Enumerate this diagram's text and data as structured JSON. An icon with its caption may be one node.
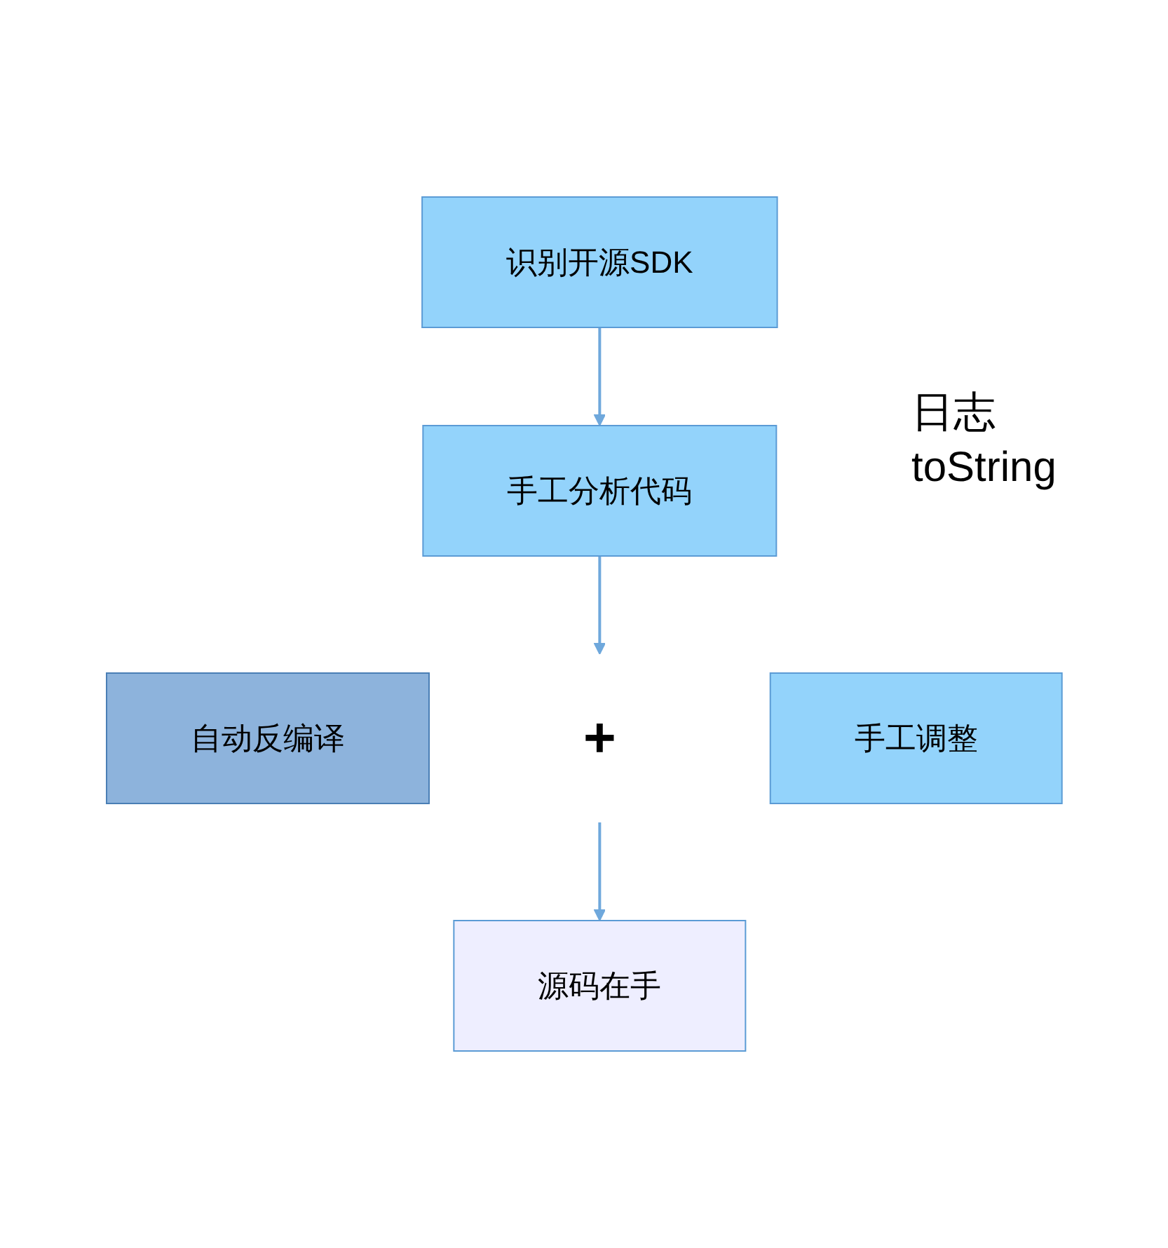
{
  "diagram": {
    "nodes": [
      {
        "text": [
          "识别开源SDK"
        ]
      },
      {
        "text": [
          "手工分析代码"
        ]
      },
      {
        "text": [
          "自动反编译"
        ]
      },
      {
        "text": [
          "+"
        ]
      },
      {
        "text": [
          "手工调整"
        ]
      },
      {
        "text": [
          "源码在手"
        ]
      }
    ],
    "edges": [
      {
        "from": 0,
        "to": 1,
        "arrow": "to"
      },
      {
        "from": 1,
        "to": 3,
        "arrow": "to"
      },
      {
        "from": 3,
        "to": 5,
        "arrow": "to"
      }
    ],
    "labels": [
      "日志 toString"
    ]
  }
}
